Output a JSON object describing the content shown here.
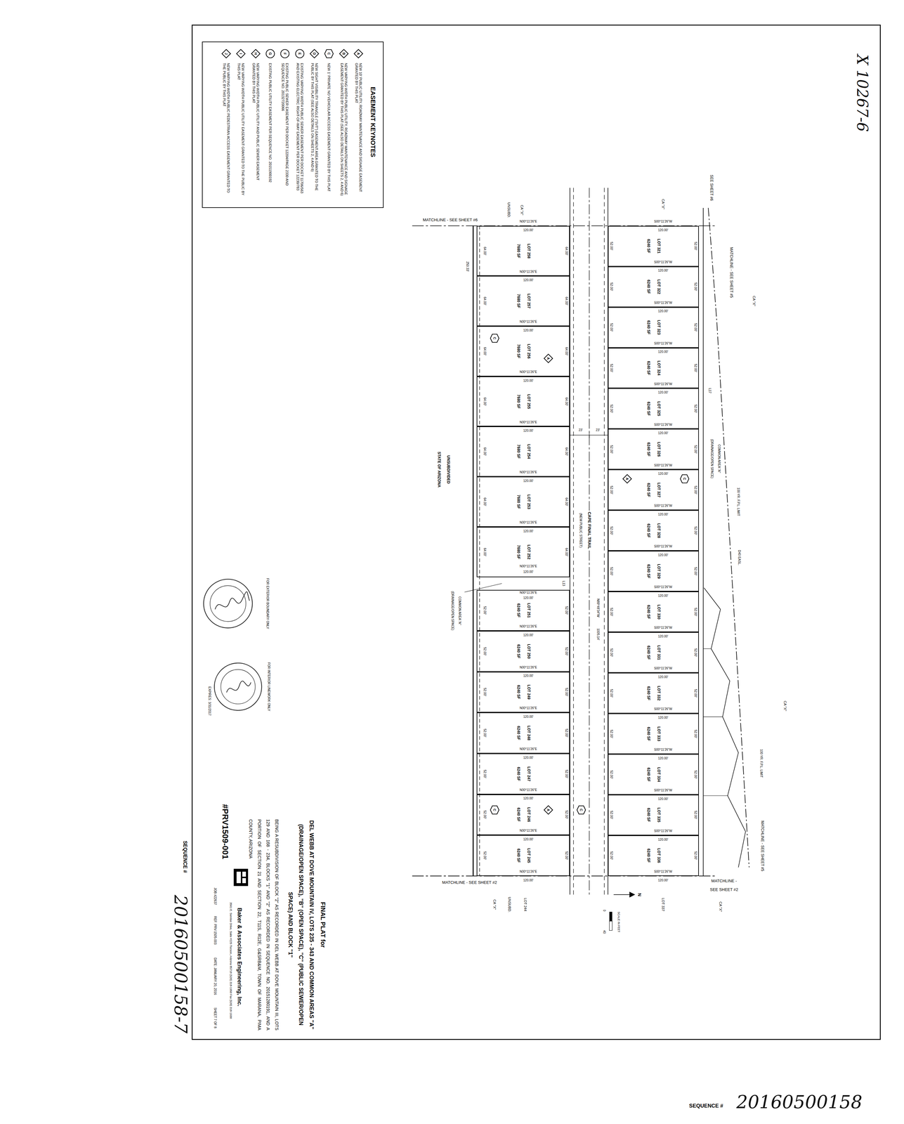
{
  "diagram": {
    "nodes": [
      {
        "text": [
          "EASEMENT KEYNOTES"
        ]
      },
      {
        "text": [
          "A"
        ],
        "in": 0
      },
      {
        "text": [
          "B"
        ],
        "in": 0
      },
      {
        "text": [
          "C"
        ],
        "in": 0
      },
      {
        "text": [
          "D"
        ],
        "in": 0
      },
      {
        "text": [
          "E"
        ],
        "in": 0
      },
      {
        "text": [
          "F"
        ],
        "in": 0
      },
      {
        "text": [
          "G"
        ],
        "in": 0
      },
      {
        "text": [
          "H"
        ],
        "in": 0
      },
      {
        "text": [
          "I"
        ],
        "in": 0
      },
      {
        "text": [
          "J"
        ],
        "in": 0
      },
      {
        "text": [
          "LOT 321",
          "6240 SF"
        ]
      },
      {
        "text": [
          "LOT 322",
          "6240 SF"
        ]
      },
      {
        "text": [
          "LOT 323",
          "6240 SF"
        ]
      },
      {
        "text": [
          "LOT 324",
          "6240 SF"
        ]
      },
      {
        "text": [
          "LOT 325",
          "6240 SF"
        ]
      },
      {
        "text": [
          "LOT 326",
          "6240 SF"
        ]
      },
      {
        "text": [
          "LOT 327",
          "6240 SF"
        ]
      },
      {
        "text": [
          "LOT 328",
          "6240 SF"
        ]
      },
      {
        "text": [
          "LOT 329",
          "6240 SF"
        ]
      },
      {
        "text": [
          "LOT 330",
          "6240 SF"
        ]
      },
      {
        "text": [
          "LOT 331",
          "6240 SF"
        ]
      },
      {
        "text": [
          "LOT 332",
          "6240 SF"
        ]
      },
      {
        "text": [
          "LOT 333",
          "6240 SF"
        ]
      },
      {
        "text": [
          "LOT 334",
          "6240 SF"
        ]
      },
      {
        "text": [
          "LOT 335",
          "6240 SF"
        ]
      },
      {
        "text": [
          "LOT 336",
          "6240 SF"
        ]
      },
      {
        "text": [
          "LOT 258",
          "7680 SF"
        ]
      },
      {
        "text": [
          "LOT 257",
          "7680 SF"
        ]
      },
      {
        "text": [
          "LOT 256",
          "7680 SF"
        ]
      },
      {
        "text": [
          "LOT 255",
          "7680 SF"
        ]
      },
      {
        "text": [
          "LOT 254",
          "7680 SF"
        ]
      },
      {
        "text": [
          "LOT 253",
          "7680 SF"
        ]
      },
      {
        "text": [
          "LOT 252",
          "7680 SF"
        ]
      },
      {
        "text": [
          "LOT 251",
          "6240 SF"
        ]
      },
      {
        "text": [
          "LOT 250",
          "6240 SF"
        ]
      },
      {
        "text": [
          "LOT 249",
          "6240 SF"
        ]
      },
      {
        "text": [
          "LOT 248",
          "6240 SF"
        ]
      },
      {
        "text": [
          "LOT 247",
          "6240 SF"
        ]
      },
      {
        "text": [
          "LOT 246",
          "6240 SF"
        ]
      },
      {
        "text": [
          "LOT 245",
          "6240 SF"
        ]
      },
      {
        "text": [
          "C"
        ],
        "in": 29
      },
      {
        "text": [
          "A"
        ],
        "in": 29
      },
      {
        "text": [
          "C"
        ],
        "in": 39
      },
      {
        "text": [
          "A"
        ],
        "in": 39
      },
      {
        "text": [
          "C"
        ]
      },
      {
        "text": [
          "A"
        ],
        "in": 17
      },
      {
        "text": [
          "C"
        ],
        "in": 17
      }
    ],
    "labels": [
      "52.00'",
      "52.00'",
      "52.00'",
      "52.00'",
      "52.00'",
      "52.00'",
      "52.00'",
      "52.00'",
      "52.00'",
      "52.00'",
      "52.00'",
      "52.00'",
      "52.00'",
      "52.00'",
      "52.00'",
      "52.00'",
      "52.00'",
      "52.00'",
      "52.00'",
      "52.00'",
      "52.00'",
      "52.00'",
      "52.00'",
      "52.00'",
      "52.00'",
      "52.00'",
      "52.00'",
      "52.00'",
      "52.00'",
      "52.00'",
      "52.00'",
      "52.00'",
      "S00°11'26\"W",
      "120.00'",
      "S00°11'26\"W",
      "120.00'",
      "S00°11'26\"W",
      "120.00'",
      "S00°11'26\"W",
      "120.00'",
      "S00°11'26\"W",
      "120.00'",
      "S00°11'26\"W",
      "120.00'",
      "S00°11'26\"W",
      "120.00'",
      "S00°11'26\"W",
      "120.00'",
      "S00°11'26\"W",
      "120.00'",
      "S00°11'26\"W",
      "120.00'",
      "S00°11'26\"W",
      "120.00'",
      "S00°11'26\"W",
      "120.00'",
      "S00°11'26\"W",
      "120.00'",
      "S00°11'26\"W",
      "120.00'",
      "S00°11'26\"W",
      "120.00'",
      "S00°11'26\"W",
      "120.00'",
      "S00°11'26\"W",
      "120.00'",
      "64.00'",
      "64.00'",
      "64.00'",
      "64.00'",
      "64.00'",
      "64.00'",
      "64.00'",
      "64.00'",
      "64.00'",
      "64.00'",
      "64.00'",
      "64.00'",
      "64.00'",
      "64.00'",
      "52.00'",
      "52.00'",
      "52.00'",
      "52.00'",
      "52.00'",
      "52.00'",
      "52.00'",
      "52.00'",
      "52.00'",
      "52.00'",
      "52.00'",
      "52.00'",
      "52.00'",
      "52.00'",
      "N00°11'26\"E",
      "120.00'",
      "N00°11'26\"E",
      "120.00'",
      "N00°11'26\"E",
      "120.00'",
      "N00°11'26\"E",
      "120.00'",
      "N00°11'26\"E",
      "120.00'",
      "N00°11'26\"E",
      "120.00'",
      "N00°11'26\"E",
      "120.00'",
      "N00°11'26\"E",
      "120.00'",
      "N00°11'26\"E",
      "120.00'",
      "N00°11'26\"E",
      "120.00'",
      "N00°11'26\"E",
      "120.00'",
      "N00°11'26\"E",
      "120.00'",
      "N00°11'26\"E",
      "120.00'",
      "N00°11'26\"E",
      "120.00'",
      "N00°11'26\"E",
      "120.00'",
      "N00°11'26\"E",
      "120.00'",
      "MATCHLINE - SEE SHEET #6",
      "MATCHLINE - SEE SHEET #5",
      "SEE SHEET #6",
      "MATCHLINE - SEE SHEET #2",
      "MATCHLINE -",
      "SEE SHEET #2",
      "MATCHLINE - SEE SHEET #5",
      "CA \"X\"",
      "UNSUBD.",
      "CA \"X\"",
      "CA \"X\"",
      "CA \"X\"",
      "CA \"X\"",
      "CA \"X\"",
      "UNSUBD.",
      "LOT 244",
      "LOT 337",
      "CAPE FINAL TRAIL",
      "(NEW PUBLIC STREET)",
      "N89°48'34\"W",
      "1005.14'",
      "23'",
      "23'",
      "UNSUBDIVIDED",
      "STATE OF ARIZONA",
      "COMMON AREA \"A\"",
      "(DRAINAGE/OPEN SPACE)",
      "COMMON AREA \"A\"",
      "(DRAINAGE/OPEN SPACE)",
      "L17",
      "L13",
      "100 YR. F.P.L. LIMIT",
      "D40 EASL.",
      "100 YR. F.P.L. LIMIT",
      "250.33'",
      "0",
      "40",
      "SCALE IN FEET",
      "N",
      "NEW 10' PUBLIC UTILITY, ROADWAY MAINTENANCE AND SIGNAGE EASEMENT GRANTED BY THIS PLAT",
      "NEW VARYING WIDTH PUBLIC UTILITY, ROADWAY MAINTENANCE AND SIGNAGE EASEMENT GRANTED BY THIS PLAT (SEE ALSO DETAILS ON SHEETS 2, 4 AND 6)",
      "NEW 1' PRIVATE NO VEHICULAR ACCESS EASEMENT GRANTED BY THIS PLAT",
      "NEW SIGHT VISIBILITY TRIANGLE (\"SVT\") EASEMENT AREA GRANTED TO THE PUBLIC BY THIS PLAT (SEE ALSO DETAILS ON SHEETS 2, 4 AND 6)",
      "EXISTING VARYING WIDTH PUBLIC SEWER EASEMENT PER DOCKET 11706/563 AND EXISTING ELECTRIC RIGHT-OF-WAY EASEMENT PER DOCKET 12230/783",
      "EXISTING PUBLIC SEWER EASEMENT PER DOCKET 12204/PAGE 2330 AND SEQUENCE NO. 20132720066",
      "EXISTING PUBLIC UTILITY EASEMENT PER SEQUENCE NO. 20151900192",
      "NEW VARYING WIDTH PUBLIC UTILITY AND PUBLIC SEWER EASEMENT GRANTED BY THIS PLAT",
      "NEW VARYING WIDTH PUBLIC UTILITY EASEMENT GRANTED TO THE PUBLIC BY THIS PLAT",
      "NEW VARYING WIDTH PUBLIC PEDESTRIAN ACCESS EASEMENT GRANTED TO THE PUBLIC BY THIS PLAT",
      "FOR EXTERIOR BOUNDARY ONLY",
      "FOR INTERIOR LINEWORK ONLY",
      "EXPIRES: 3/31/2017",
      "FINAL PLAT for",
      "DEL WEBB AT DOVE MOUNTAIN IV, LOTS 235 - 343 AND COMMON AREAS \"A\" (DRAINAGE/OPEN SPACE), \"B\" (OPEN SPACE), \"C\" (PUBLIC SEWER/OPEN SPACE) AND BLOCK \"1\"",
      "BEING A RESUBDIVISION OF BLOCK \"2\" AS RECORDED IN DEL WEBB AT DOVE MOUNTAIN III, LOTS 129 AND 168 - 234, BLOCKS \"1\" AND \"2\" AS RECORDED IN SEQUENCE NO. 20151280191, AND A PORTION OF SECTION 21 AND SECTION 22, T11S, R12E, G&SRB&M, TOWN OF MARANA, PIMA COUNTY, ARIZONA",
      "#PRV1509-001",
      "Baker & Associates Engineering, Inc.",
      "3561 E. Sunrise Drive, Suite #225  Tucson, Arizona 85718  (520) 318-1950  Fax (520) 318-1930",
      "JOB #22637",
      "REF: PRV-1505-003",
      "DATE: JANUARY 20, 2016",
      "SHEET 7 OF 8",
      "SEQUENCE #",
      "20160500158-7",
      "X 10267-6",
      "SEQUENCE #",
      "20160500158"
    ]
  }
}
